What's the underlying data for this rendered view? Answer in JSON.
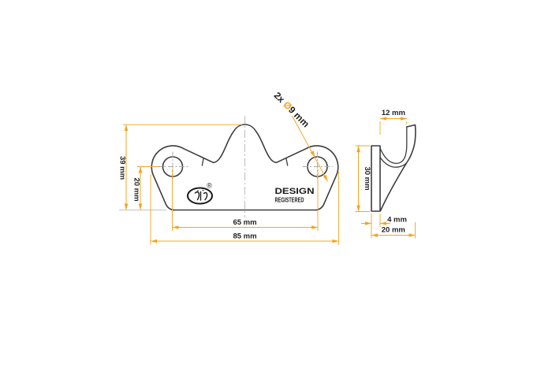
{
  "drawing": {
    "background": "#ffffff",
    "colors": {
      "outline": "#3d3d3d",
      "dimension": "#F5A41E",
      "centerline": "#b5b5b5",
      "label_text": "#1f1f1f"
    },
    "front_view": {
      "dims": {
        "height": "39 mm",
        "hole_offset": "20 mm",
        "hole_spacing": "65 mm",
        "overall_width": "85 mm"
      },
      "hole_callout": {
        "prefix": "2x ",
        "diameter_symbol": "Ø",
        "value": "9 mm"
      },
      "stamp": {
        "line1": "DESIGN",
        "line2": "REGISTERED"
      },
      "logo_registered_mark": "®"
    },
    "side_view": {
      "dims": {
        "hook_width": "12 mm",
        "plate_height": "30 mm",
        "plate_thickness": "4 mm",
        "overall_depth": "20 mm"
      }
    }
  }
}
